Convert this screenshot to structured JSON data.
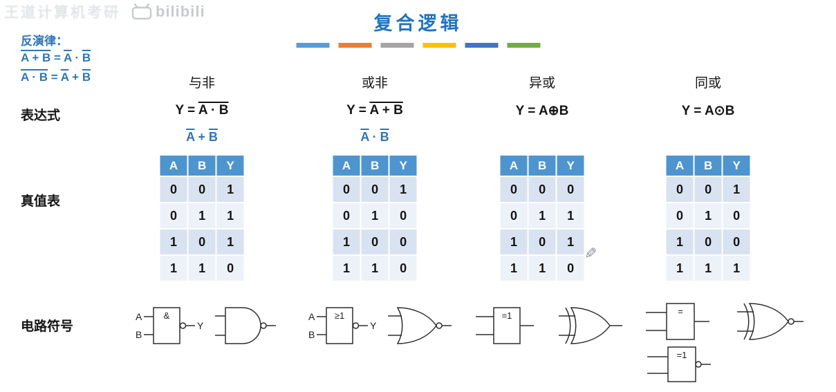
{
  "watermark": {
    "channel_text": "王道计算机考研",
    "site_name": "bilibili"
  },
  "header": {
    "title": "复合逻辑",
    "bar_colors": [
      "#5b9bd5",
      "#ed7d31",
      "#a5a5a5",
      "#ffc000",
      "#4472c4",
      "#70ad47"
    ]
  },
  "demorgan": {
    "label": "反演律：",
    "laws": [
      {
        "lhs": "A + B",
        "eq": " = ",
        "rhs_a": "A",
        "rhs_op": " · ",
        "rhs_b": "B"
      },
      {
        "lhs": "A · B",
        "eq": " = ",
        "rhs_a": "A",
        "rhs_op": " + ",
        "rhs_b": "B"
      }
    ]
  },
  "row_labels": {
    "expression": "表达式",
    "truth_table": "真值表",
    "circuit": "电路符号"
  },
  "misc": {
    "pencil_glyph": "✎"
  },
  "columns": [
    {
      "name": "与非",
      "expression": {
        "prefix": "Y = ",
        "body": "A · B",
        "overline": true
      },
      "sub_expression": {
        "a": "A",
        "op": " + ",
        "b": "B"
      },
      "truth_table": {
        "headers": [
          "A",
          "B",
          "Y"
        ],
        "rows": [
          [
            "0",
            "0",
            "1"
          ],
          [
            "0",
            "1",
            "1"
          ],
          [
            "1",
            "0",
            "1"
          ],
          [
            "1",
            "1",
            "0"
          ]
        ]
      },
      "iec": {
        "label": "&",
        "input_a": "A",
        "input_b": "B",
        "output": "Y"
      }
    },
    {
      "name": "或非",
      "expression": {
        "prefix": "Y = ",
        "body": "A + B",
        "overline": true
      },
      "sub_expression": {
        "a": "A",
        "op": " · ",
        "b": "B"
      },
      "truth_table": {
        "headers": [
          "A",
          "B",
          "Y"
        ],
        "rows": [
          [
            "0",
            "0",
            "1"
          ],
          [
            "0",
            "1",
            "0"
          ],
          [
            "1",
            "0",
            "0"
          ],
          [
            "1",
            "1",
            "0"
          ]
        ]
      },
      "iec": {
        "label": "≥1",
        "input_a": "A",
        "input_b": "B",
        "output": "Y"
      }
    },
    {
      "name": "异或",
      "expression": {
        "prefix": "Y = ",
        "body": "A⊕B",
        "overline": false
      },
      "truth_table": {
        "headers": [
          "A",
          "B",
          "Y"
        ],
        "rows": [
          [
            "0",
            "0",
            "0"
          ],
          [
            "0",
            "1",
            "1"
          ],
          [
            "1",
            "0",
            "1"
          ],
          [
            "1",
            "1",
            "0"
          ]
        ]
      },
      "iec": {
        "label": "=1"
      }
    },
    {
      "name": "同或",
      "expression": {
        "prefix": "Y = ",
        "body": "A⊙B",
        "overline": false
      },
      "truth_table": {
        "headers": [
          "A",
          "B",
          "Y"
        ],
        "rows": [
          [
            "0",
            "0",
            "1"
          ],
          [
            "0",
            "1",
            "0"
          ],
          [
            "1",
            "0",
            "0"
          ],
          [
            "1",
            "1",
            "1"
          ]
        ]
      },
      "iec": {
        "label": "="
      },
      "iec2": {
        "label": "=1"
      }
    }
  ]
}
